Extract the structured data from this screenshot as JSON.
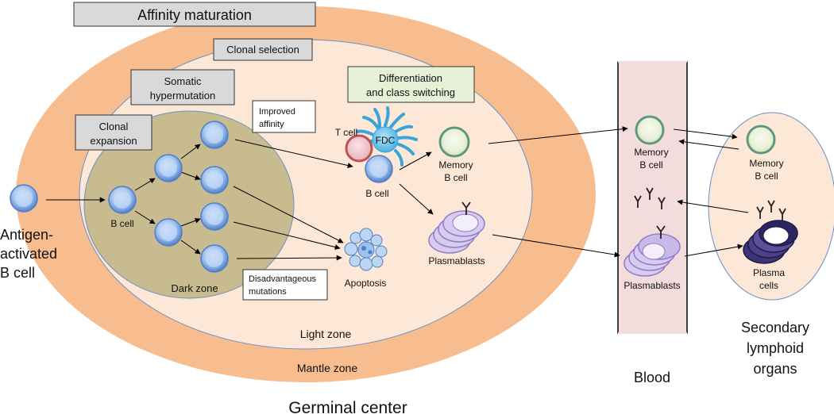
{
  "labels": {
    "affinity_maturation": "Affinity maturation",
    "clonal_selection": "Clonal selection",
    "somatic_hypermutation_1": "Somatic",
    "somatic_hypermutation_2": "hypermutation",
    "clonal_expansion_1": "Clonal",
    "clonal_expansion_2": "expansion",
    "differentiation_1": "Differentiation",
    "differentiation_2": "and class switching",
    "improved_affinity_1": "Improved",
    "improved_affinity_2": "affinity",
    "disadvantageous_1": "Disadvantageous",
    "disadvantageous_2": "mutations",
    "antigen_activated_1": "Antigen-",
    "antigen_activated_2": "activated",
    "antigen_activated_3": "B cell",
    "b_cell_dark": "B cell",
    "dark_zone": "Dark zone",
    "light_zone": "Light zone",
    "mantle_zone": "Mantle zone",
    "germinal_center": "Germinal center",
    "t_cell": "T cell",
    "fdc": "FDC",
    "b_cell_light": "B cell",
    "memory_gc_1": "Memory",
    "memory_gc_2": "B cell",
    "plasmablasts_gc": "Plasmablasts",
    "apoptosis": "Apoptosis",
    "memory_blood_1": "Memory",
    "memory_blood_2": "B cell",
    "plasmablasts_blood": "Plasmablasts",
    "blood": "Blood",
    "memory_sec_1": "Memory",
    "memory_sec_2": "B cell",
    "plasma_cells_1": "Plasma",
    "plasma_cells_2": "cells",
    "secondary_1": "Secondary",
    "secondary_2": "lymphoid",
    "secondary_3": "organs"
  },
  "colors": {
    "mantle_zone": "#f8bd8e",
    "light_zone": "#fde8d8",
    "dark_zone": "#c7bb8f",
    "blood_vessel": "#f3dcdc",
    "secondary_organ": "#fde8d8",
    "label_box_gray": "#d9d9d9",
    "label_box_green": "#e8f0d8",
    "b_cell": "#5b8fd6",
    "memory_cell_ring": "#6aaa58",
    "plasma_cell": "#b7a7dc",
    "fdc": "#5bb8e6",
    "t_cell_ring": "#c0504d"
  }
}
